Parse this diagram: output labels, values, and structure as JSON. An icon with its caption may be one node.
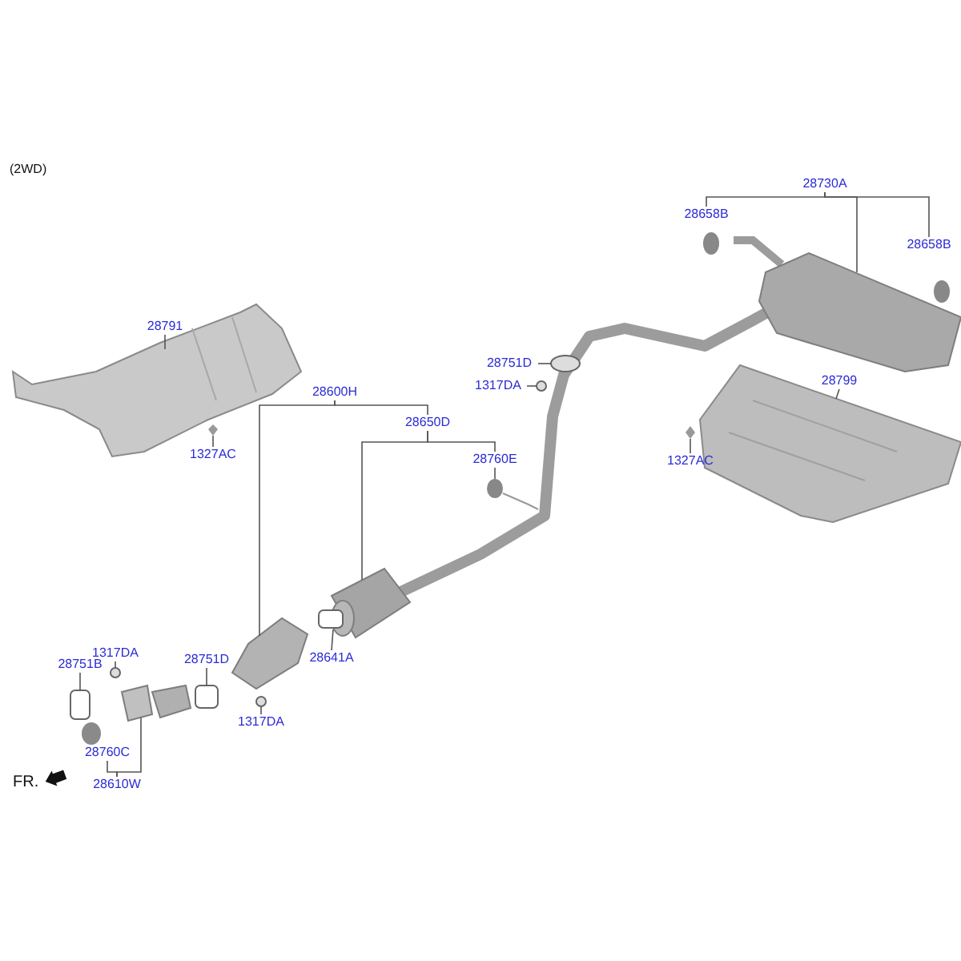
{
  "diagram": {
    "nodes": [
      {
        "text": [
          "28791"
        ]
      },
      {
        "text": [
          "1327AC"
        ]
      },
      {
        "text": [
          "28600H"
        ]
      },
      {
        "text": [
          "28650D"
        ]
      },
      {
        "text": [
          "28760E"
        ]
      },
      {
        "text": [
          "28641A"
        ]
      },
      {
        "text": [
          "28751D"
        ]
      },
      {
        "text": [
          "1317DA"
        ]
      },
      {
        "text": [
          "1317DA"
        ]
      },
      {
        "text": [
          "28751B"
        ]
      },
      {
        "text": [
          "28760C"
        ]
      },
      {
        "text": [
          "28610W"
        ]
      },
      {
        "text": [
          "28751D"
        ]
      },
      {
        "text": [
          "1317DA"
        ]
      },
      {
        "text": [
          "28730A"
        ]
      },
      {
        "text": [
          "28658B"
        ]
      },
      {
        "text": [
          "28658B"
        ]
      },
      {
        "text": [
          "28799"
        ]
      },
      {
        "text": [
          "1327AC"
        ]
      },
      {
        "text": [],
        "shape": "picture"
      },
      {
        "text": [],
        "shape": "picture"
      },
      {
        "text": [],
        "shape": "picture"
      },
      {
        "text": [],
        "shape": "picture"
      },
      {
        "text": [],
        "shape": "picture"
      },
      {
        "text": [],
        "shape": "box"
      },
      {
        "text": [],
        "shape": "box"
      },
      {
        "text": [],
        "shape": "circle"
      },
      {
        "text": [],
        "shape": "circle"
      },
      {
        "text": [],
        "shape": "box"
      },
      {
        "text": [],
        "shape": "picture"
      },
      {
        "text": [],
        "shape": "circle"
      },
      {
        "text": [],
        "shape": "circle"
      },
      {
        "text": [],
        "shape": "picture"
      },
      {
        "text": [],
        "shape": "picture"
      },
      {
        "text": [],
        "shape": "picture"
      }
    ],
    "edges": [
      {
        "from": 0,
        "to": 19,
        "arrow": "none"
      },
      {
        "from": 1,
        "to": 20,
        "arrow": "none"
      },
      {
        "from": 2,
        "to": 21,
        "arrow": "none"
      },
      {
        "from": 2,
        "to": 3,
        "arrow": "none"
      },
      {
        "from": 3,
        "to": 22,
        "arrow": "none"
      },
      {
        "from": 3,
        "to": 4,
        "arrow": "none"
      },
      {
        "from": 4,
        "to": 23,
        "arrow": "none"
      },
      {
        "from": 5,
        "to": 24,
        "arrow": "none"
      },
      {
        "from": 6,
        "to": 25,
        "arrow": "none"
      },
      {
        "from": 7,
        "to": 26,
        "arrow": "none"
      },
      {
        "from": 8,
        "to": 27,
        "arrow": "none"
      },
      {
        "from": 9,
        "to": 28,
        "arrow": "none"
      },
      {
        "from": 11,
        "to": 10,
        "arrow": "none"
      },
      {
        "from": 11,
        "to": 29,
        "arrow": "none"
      },
      {
        "from": 12,
        "to": 30,
        "arrow": "none"
      },
      {
        "from": 13,
        "to": 31,
        "arrow": "none"
      },
      {
        "from": 14,
        "to": 15,
        "arrow": "none"
      },
      {
        "from": 14,
        "to": 32,
        "arrow": "none"
      },
      {
        "from": 14,
        "to": 16,
        "arrow": "none"
      },
      {
        "from": 17,
        "to": 33,
        "arrow": "none"
      },
      {
        "from": 18,
        "to": 34,
        "arrow": "none"
      }
    ],
    "labels": [
      "(2WD)",
      "FR."
    ]
  }
}
